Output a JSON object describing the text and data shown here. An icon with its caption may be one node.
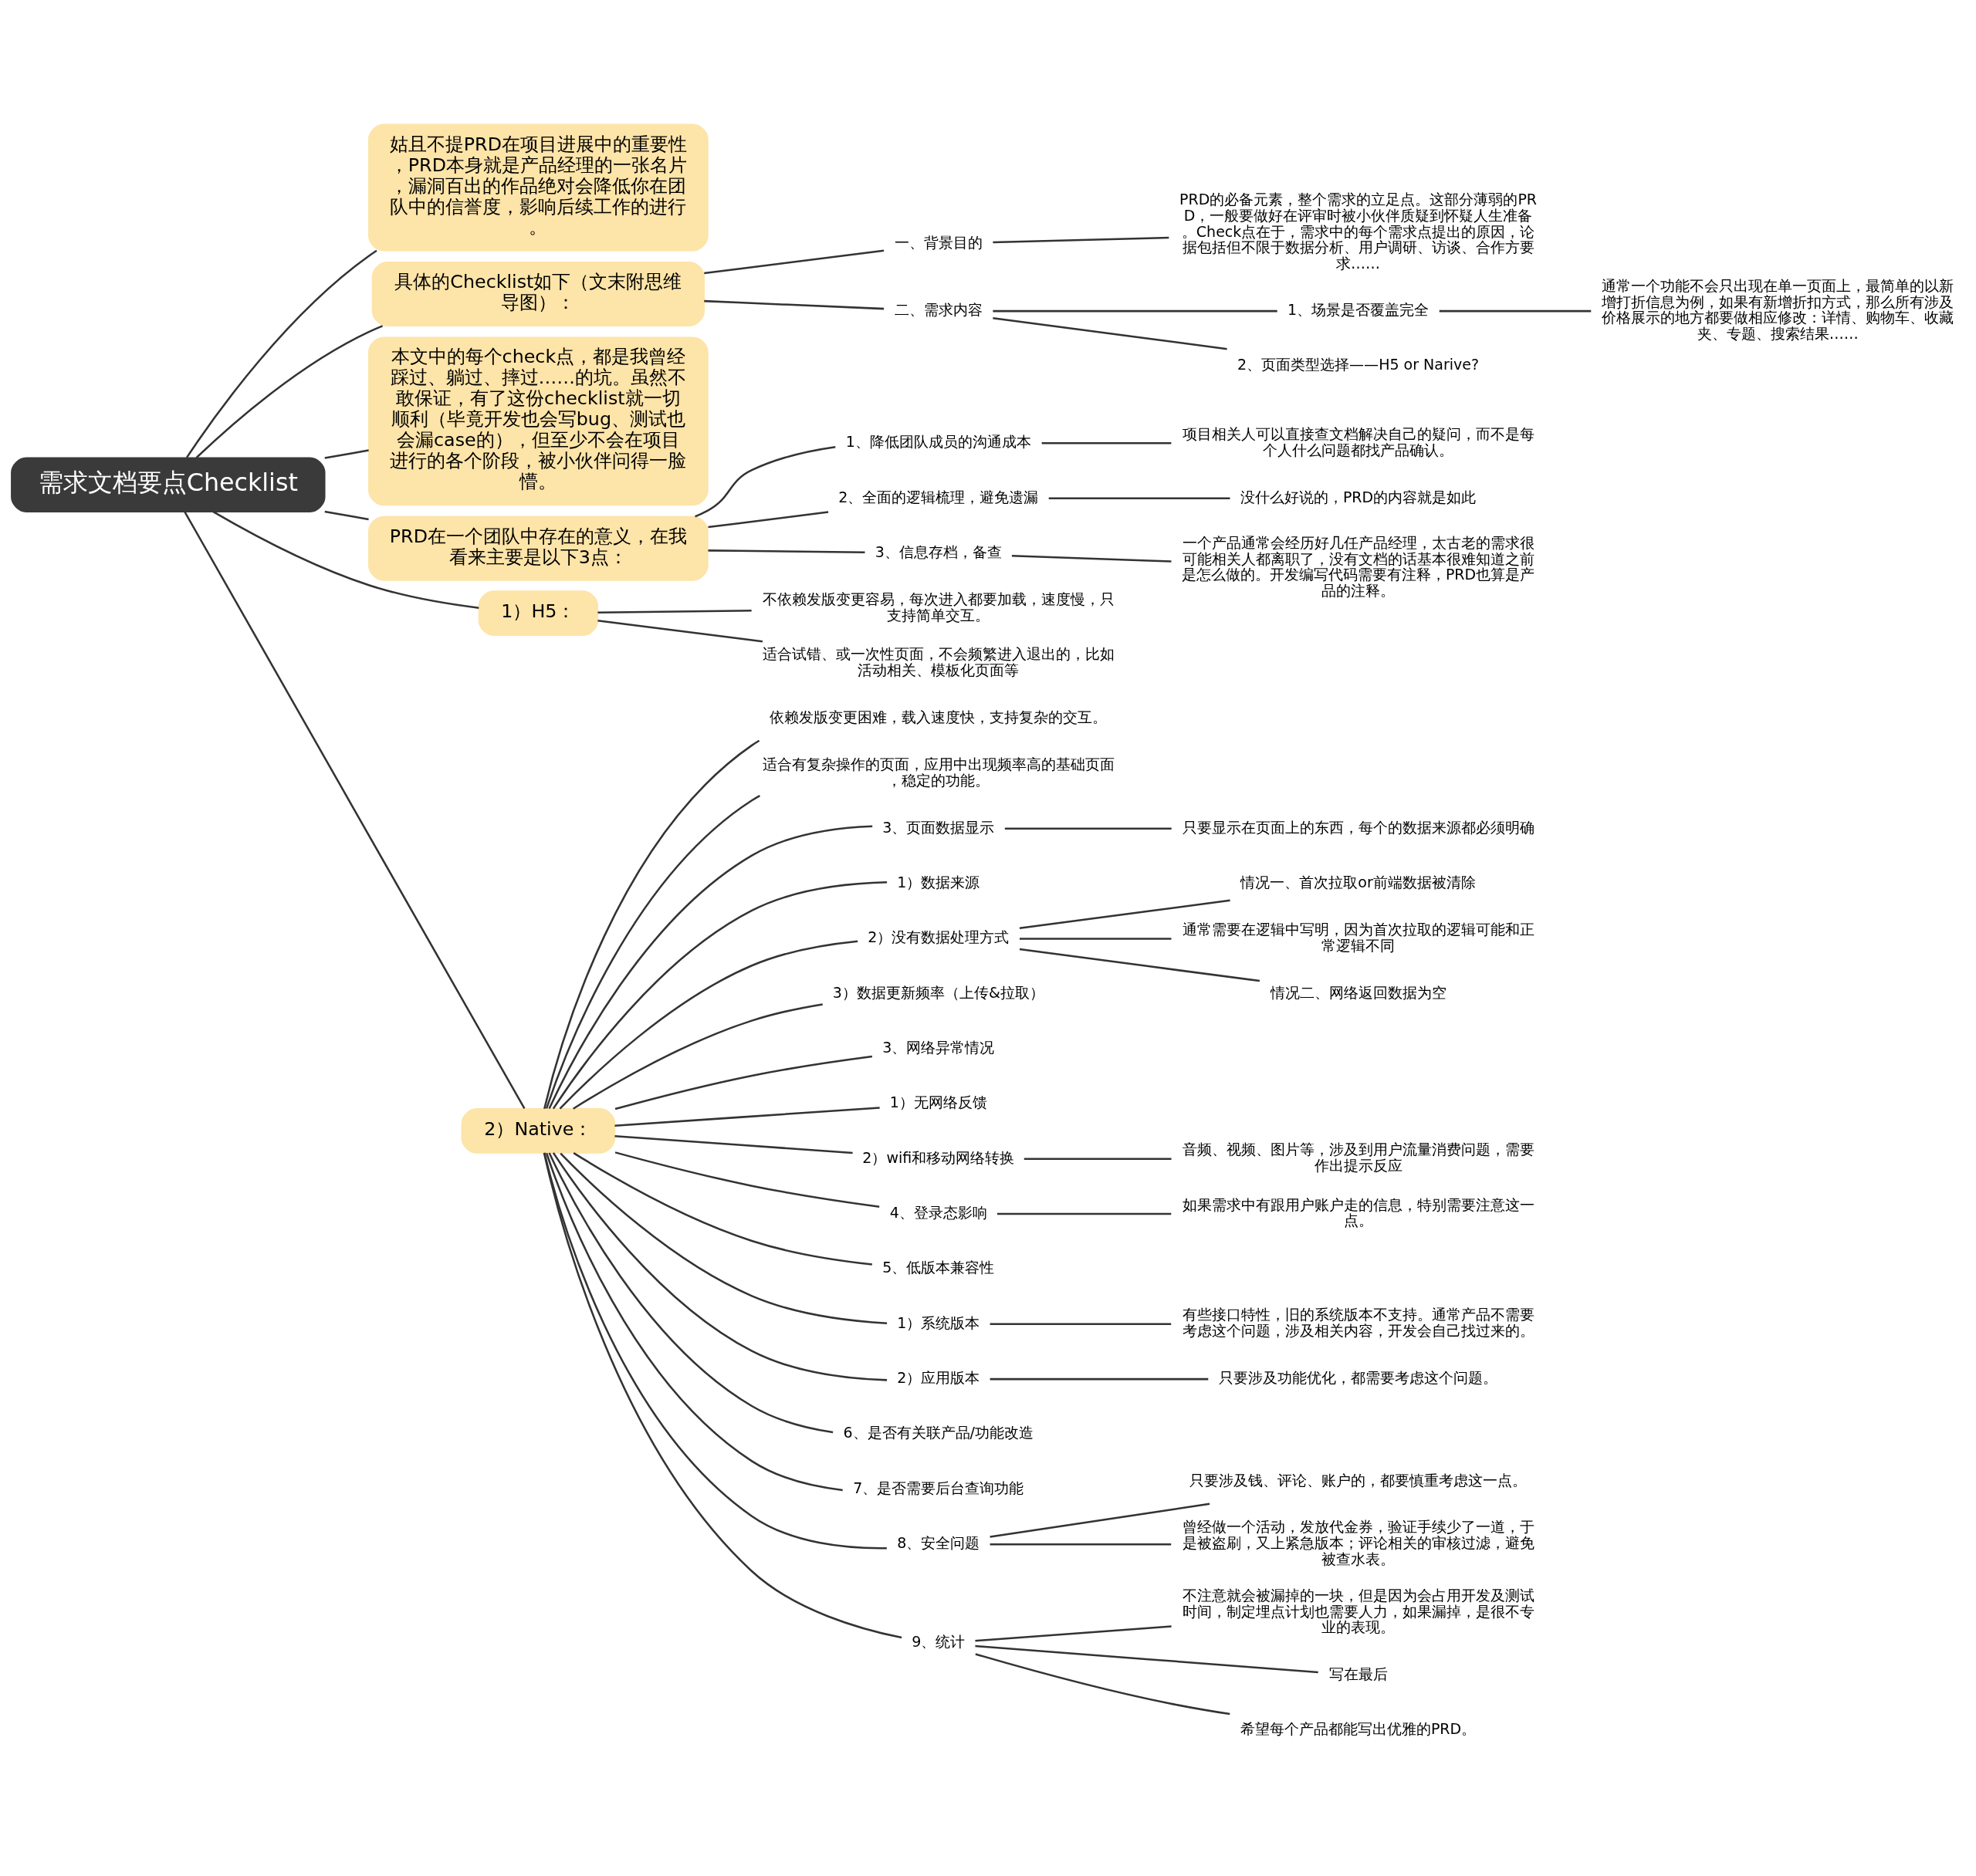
{
  "diagram": {
    "nodes": [
      {
        "text": [
          "需求文档要点Checklist"
        ]
      },
      {
        "text": [
          "姑且不提PRD在项目进展中的重要性，PRD本身就是产品经理的一张名片，漏洞百出的作品绝对会降低你在团队中的信誉度，影响后续工作的进行。"
        ]
      },
      {
        "text": [
          "具体的Checklist如下（文末附思维导图）："
        ]
      },
      {
        "text": [
          "一、背景目的"
        ]
      },
      {
        "text": [
          "PRD的必备元素，整个需求的立足点。这部分薄弱的PRD，一般要做好在评审时被小伙伴质疑到怀疑人生准备。Check点在于，需求中的每个需求点提出的原因，论据包括但不限于数据分析、用户调研、访谈、合作方要求……"
        ]
      },
      {
        "text": [
          "二、需求内容"
        ]
      },
      {
        "text": [
          "1、场景是否覆盖完全"
        ]
      },
      {
        "text": [
          "通常一个功能不会只出现在单一页面上，最简单的以新增打折信息为例，如果有新增折扣方式，那么所有涉及价格展示的地方都要做相应修改：详情、购物车、收藏夹、专题、搜索结果……"
        ]
      },
      {
        "text": [
          "2、页面类型选择——H5 or Narive?"
        ]
      },
      {
        "text": [
          "本文中的每个check点，都是我曾经踩过、躺过、摔过……的坑。虽然不敢保证，有了这份checklist就一切顺利（毕竟开发也会写bug、测试也会漏case的），但至少不会在项目进行的各个阶段，被小伙伴问得一脸懵。"
        ]
      },
      {
        "text": [
          "PRD在一个团队中存在的意义，在我看来主要是以下3点："
        ]
      },
      {
        "text": [
          "1、降低团队成员的沟通成本"
        ]
      },
      {
        "text": [
          "项目相关人可以直接查文档解决自己的疑问，而不是每个人什么问题都找产品确认。"
        ]
      },
      {
        "text": [
          "2、全面的逻辑梳理，避免遗漏"
        ]
      },
      {
        "text": [
          "没什么好说的，PRD的内容就是如此"
        ]
      },
      {
        "text": [
          "3、信息存档，备查"
        ]
      },
      {
        "text": [
          "一个产品通常会经历好几任产品经理，太古老的需求很可能相关人都离职了，没有文档的话基本很难知道之前是怎么做的。开发编写代码需要有注释，PRD也算是产品的注释。"
        ]
      },
      {
        "text": [
          "1）H5："
        ]
      },
      {
        "text": [
          "不依赖发版变更容易，每次进入都要加载，速度慢，只支持简单交互。"
        ]
      },
      {
        "text": [
          "适合试错、或一次性页面，不会频繁进入退出的，比如活动相关、模板化页面等"
        ]
      },
      {
        "text": [
          "2）Native："
        ]
      },
      {
        "text": [
          "依赖发版变更困难，载入速度快，支持复杂的交互。"
        ]
      },
      {
        "text": [
          "适合有复杂操作的页面，应用中出现频率高的基础页面，稳定的功能。"
        ]
      },
      {
        "text": [
          "3、页面数据显示"
        ]
      },
      {
        "text": [
          "只要显示在页面上的东西，每个的数据来源都必须明确"
        ]
      },
      {
        "text": [
          "1）数据来源"
        ]
      },
      {
        "text": [
          "2）没有数据处理方式"
        ]
      },
      {
        "text": [
          "情况一、首次拉取or前端数据被清除"
        ]
      },
      {
        "text": [
          "通常需要在逻辑中写明，因为首次拉取的逻辑可能和正常逻辑不同"
        ]
      },
      {
        "text": [
          "情况二、网络返回数据为空"
        ]
      },
      {
        "text": [
          "3）数据更新频率（上传&拉取）"
        ]
      },
      {
        "text": [
          "3、网络异常情况"
        ]
      },
      {
        "text": [
          "1）无网络反馈"
        ]
      },
      {
        "text": [
          "2）wifi和移动网络转换"
        ]
      },
      {
        "text": [
          "音频、视频、图片等，涉及到用户流量消费问题，需要作出提示反应"
        ]
      },
      {
        "text": [
          "4、登录态影响"
        ]
      },
      {
        "text": [
          "如果需求中有跟用户账户走的信息，特别需要注意这一点。"
        ]
      },
      {
        "text": [
          "5、低版本兼容性"
        ]
      },
      {
        "text": [
          "1）系统版本"
        ]
      },
      {
        "text": [
          "有些接口特性，旧的系统版本不支持。通常产品不需要考虑这个问题，涉及相关内容，开发会自己找过来的。"
        ]
      },
      {
        "text": [
          "2）应用版本"
        ]
      },
      {
        "text": [
          "只要涉及功能优化，都需要考虑这个问题。"
        ]
      },
      {
        "text": [
          "6、是否有关联产品/功能改造"
        ]
      },
      {
        "text": [
          "7、是否需要后台查询功能"
        ]
      },
      {
        "text": [
          "8、安全问题"
        ]
      },
      {
        "text": [
          "只要涉及钱、评论、账户的，都要慎重考虑这一点。"
        ]
      },
      {
        "text": [
          "曾经做一个活动，发放代金券，验证手续少了一道，于是被盗刷，又上紧急版本；评论相关的审核过滤，避免被查水表。"
        ]
      },
      {
        "text": [
          "9、统计"
        ]
      },
      {
        "text": [
          "不注意就会被漏掉的一块，但是因为会占用开发及测试时间，制定埋点计划也需要人力，如果漏掉，是很不专业的表现。"
        ]
      },
      {
        "text": [
          "写在最后"
        ]
      },
      {
        "text": [
          "希望每个产品都能写出优雅的PRD。"
        ]
      }
    ],
    "edges": [
      {
        "from": 0,
        "to": 1,
        "arrow": "none"
      },
      {
        "from": 0,
        "to": 2,
        "arrow": "none"
      },
      {
        "from": 2,
        "to": 3,
        "arrow": "none"
      },
      {
        "from": 3,
        "to": 4,
        "arrow": "none"
      },
      {
        "from": 2,
        "to": 5,
        "arrow": "none"
      },
      {
        "from": 5,
        "to": 6,
        "arrow": "none"
      },
      {
        "from": 6,
        "to": 7,
        "arrow": "none"
      },
      {
        "from": 5,
        "to": 8,
        "arrow": "none"
      },
      {
        "from": 0,
        "to": 9,
        "arrow": "none"
      },
      {
        "from": 0,
        "to": 10,
        "arrow": "none"
      },
      {
        "from": 10,
        "to": 11,
        "arrow": "none"
      },
      {
        "from": 11,
        "to": 12,
        "arrow": "none"
      },
      {
        "from": 10,
        "to": 13,
        "arrow": "none"
      },
      {
        "from": 13,
        "to": 14,
        "arrow": "none"
      },
      {
        "from": 10,
        "to": 15,
        "arrow": "none"
      },
      {
        "from": 15,
        "to": 16,
        "arrow": "none"
      },
      {
        "from": 0,
        "to": 17,
        "arrow": "none"
      },
      {
        "from": 17,
        "to": 18,
        "arrow": "none"
      },
      {
        "from": 17,
        "to": 19,
        "arrow": "none"
      },
      {
        "from": 0,
        "to": 20,
        "arrow": "none"
      },
      {
        "from": 20,
        "to": 21,
        "arrow": "none"
      },
      {
        "from": 20,
        "to": 22,
        "arrow": "none"
      },
      {
        "from": 20,
        "to": 23,
        "arrow": "none"
      },
      {
        "from": 23,
        "to": 24,
        "arrow": "none"
      },
      {
        "from": 20,
        "to": 25,
        "arrow": "none"
      },
      {
        "from": 20,
        "to": 26,
        "arrow": "none"
      },
      {
        "from": 26,
        "to": 27,
        "arrow": "none"
      },
      {
        "from": 26,
        "to": 28,
        "arrow": "none"
      },
      {
        "from": 26,
        "to": 29,
        "arrow": "none"
      },
      {
        "from": 20,
        "to": 30,
        "arrow": "none"
      },
      {
        "from": 20,
        "to": 31,
        "arrow": "none"
      },
      {
        "from": 20,
        "to": 32,
        "arrow": "none"
      },
      {
        "from": 20,
        "to": 33,
        "arrow": "none"
      },
      {
        "from": 33,
        "to": 34,
        "arrow": "none"
      },
      {
        "from": 20,
        "to": 35,
        "arrow": "none"
      },
      {
        "from": 35,
        "to": 36,
        "arrow": "none"
      },
      {
        "from": 20,
        "to": 37,
        "arrow": "none"
      },
      {
        "from": 20,
        "to": 38,
        "arrow": "none"
      },
      {
        "from": 38,
        "to": 39,
        "arrow": "none"
      },
      {
        "from": 20,
        "to": 40,
        "arrow": "none"
      },
      {
        "from": 40,
        "to": 41,
        "arrow": "none"
      },
      {
        "from": 20,
        "to": 42,
        "arrow": "none"
      },
      {
        "from": 20,
        "to": 43,
        "arrow": "none"
      },
      {
        "from": 20,
        "to": 44,
        "arrow": "none"
      },
      {
        "from": 44,
        "to": 45,
        "arrow": "none"
      },
      {
        "from": 44,
        "to": 46,
        "arrow": "none"
      },
      {
        "from": 20,
        "to": 47,
        "arrow": "none"
      },
      {
        "from": 47,
        "to": 48,
        "arrow": "none"
      },
      {
        "from": 47,
        "to": 49,
        "arrow": "none"
      },
      {
        "from": 47,
        "to": 50,
        "arrow": "none"
      }
    ]
  }
}
